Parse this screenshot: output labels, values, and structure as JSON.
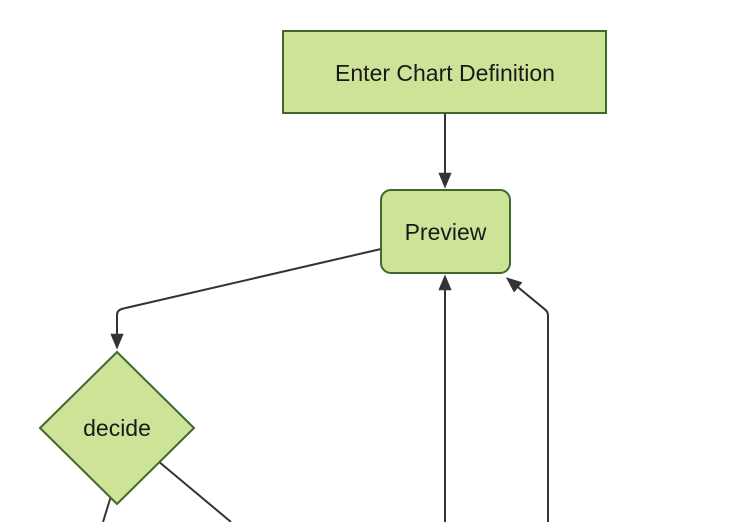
{
  "diagram": {
    "type": "flowchart",
    "direction": "top-down",
    "theme": {
      "node_fill": "#cde498",
      "node_border": "#3e682c",
      "edge_color": "#333333",
      "text_color": "#1a1a1a",
      "background": "#ffffff"
    },
    "nodes": [
      {
        "id": "enter-chart-definition",
        "shape": "rectangle",
        "label": "Enter Chart Definition"
      },
      {
        "id": "preview",
        "shape": "rounded-rectangle",
        "label": "Preview"
      },
      {
        "id": "decide",
        "shape": "diamond",
        "label": "decide"
      }
    ],
    "edges": [
      {
        "from": "enter-chart-definition",
        "to": "preview",
        "arrowhead": true
      },
      {
        "from": "preview",
        "to": "decide",
        "arrowhead": true
      },
      {
        "from": "offscreen-bottom-center",
        "to": "preview",
        "arrowhead": true
      },
      {
        "from": "offscreen-bottom-right",
        "to": "preview",
        "arrowhead": true
      },
      {
        "from": "decide",
        "to": "offscreen-bottom-left",
        "arrowhead": false
      },
      {
        "from": "decide",
        "to": "offscreen-bottom-right",
        "arrowhead": false
      }
    ]
  }
}
